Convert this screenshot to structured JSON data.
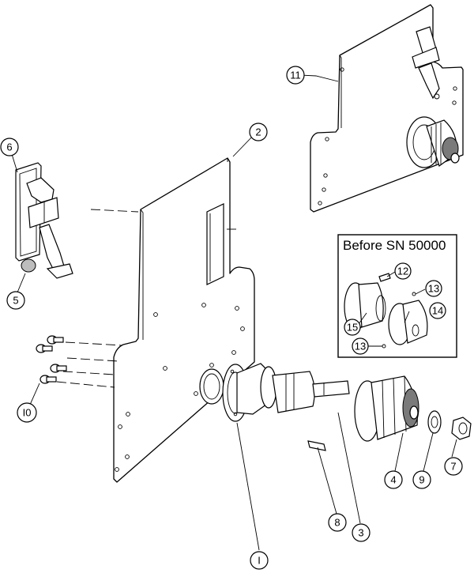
{
  "inset": {
    "title": "Before SN 50000"
  },
  "callouts": {
    "c1": "I",
    "c2": "2",
    "c3": "3",
    "c4": "4",
    "c5": "5",
    "c6": "6",
    "c7": "7",
    "c8": "8",
    "c9": "9",
    "c10": "I0",
    "c11": "11",
    "c12": "12",
    "c13a": "13",
    "c13b": "13",
    "c14": "14",
    "c15": "15"
  }
}
